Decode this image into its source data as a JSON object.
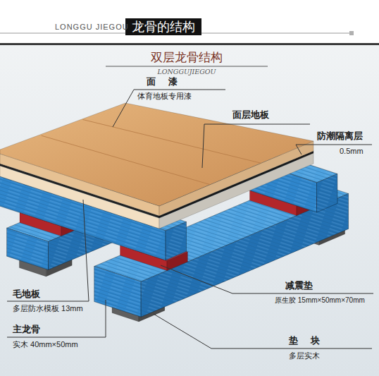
{
  "diagram": {
    "title": "龙骨的结构",
    "labels": [
      "LONGGU JIEGOU",
      "双层龙骨结构",
      "LONGGUJIEGOU",
      "面 漆",
      "体育地板专用漆",
      "面层地板",
      "防潮隔离层",
      "0.5mm",
      "毛地板",
      "多层防水模板 13mm",
      "主龙骨",
      "实木 40mm×50mm",
      "减震垫",
      "原生胶 15mm×50mm×70mm",
      "垫 块",
      "多层实木"
    ]
  }
}
